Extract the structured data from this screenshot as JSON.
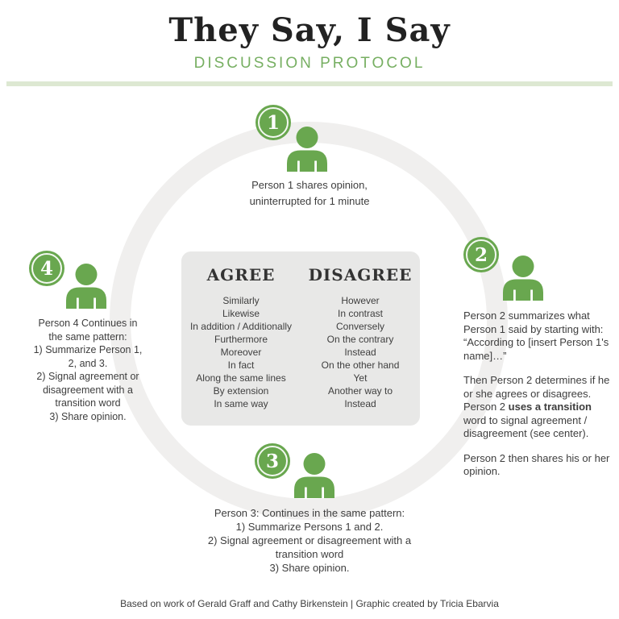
{
  "header": {
    "title": "They Say, I Say",
    "subtitle": "DISCUSSION PROTOCOL"
  },
  "center": {
    "agree": {
      "title": "AGREE",
      "items": [
        "Similarly",
        "Likewise",
        "In addition / Additionally",
        "Furthermore",
        "Moreover",
        "In fact",
        "Along the same lines",
        "By extension",
        "In same way"
      ]
    },
    "disagree": {
      "title": "DISAGREE",
      "items": [
        "However",
        "In contrast",
        "Conversely",
        "On the contrary",
        "Instead",
        "On the other hand",
        "Yet",
        "Another way to",
        "Instead"
      ]
    }
  },
  "steps": [
    {
      "number": "1",
      "caption_lines": [
        "Person 1 shares opinion,",
        "uninterrupted for 1 minute"
      ]
    },
    {
      "number": "2",
      "paragraphs": [
        {
          "segments": [
            {
              "text": "Person 2 summarizes what Person 1 said by starting with: “According to [insert Person 1's name]…”",
              "bold": false
            }
          ]
        },
        {
          "segments": [
            {
              "text": "Then Person 2 determines if he or she agrees or disagrees. Person 2 ",
              "bold": false
            },
            {
              "text": "uses a transition",
              "bold": true
            },
            {
              "text": " word to signal agreement / disagreement (see center).",
              "bold": false
            }
          ]
        },
        {
          "segments": [
            {
              "text": "Person 2 then shares his or her opinion.",
              "bold": false
            }
          ]
        }
      ]
    },
    {
      "number": "3",
      "caption_lines": [
        "Person 3: Continues in the same pattern:",
        "1) Summarize Persons 1 and 2.",
        "2) Signal agreement or disagreement with a",
        "transition word",
        "3) Share opinion."
      ]
    },
    {
      "number": "4",
      "caption_lines": [
        "Person 4 Continues in",
        "the same pattern:",
        "1) Summarize Person 1,",
        "2, and 3.",
        "2) Signal agreement or",
        "disagreement with a",
        "transition word",
        "3) Share opinion."
      ]
    }
  ],
  "footer": {
    "credit": "Based on work of Gerald Graff and Cathy Birkenstein | Graphic created by Tricia Ebarvia"
  },
  "colors": {
    "green": "#69a74f",
    "subtitle-green": "#77af62",
    "divider-green": "#dde8d2",
    "box-gray": "#e8e8e7",
    "ring-gray": "#f0efee",
    "text": "#3e3e3e",
    "title": "#222222"
  }
}
